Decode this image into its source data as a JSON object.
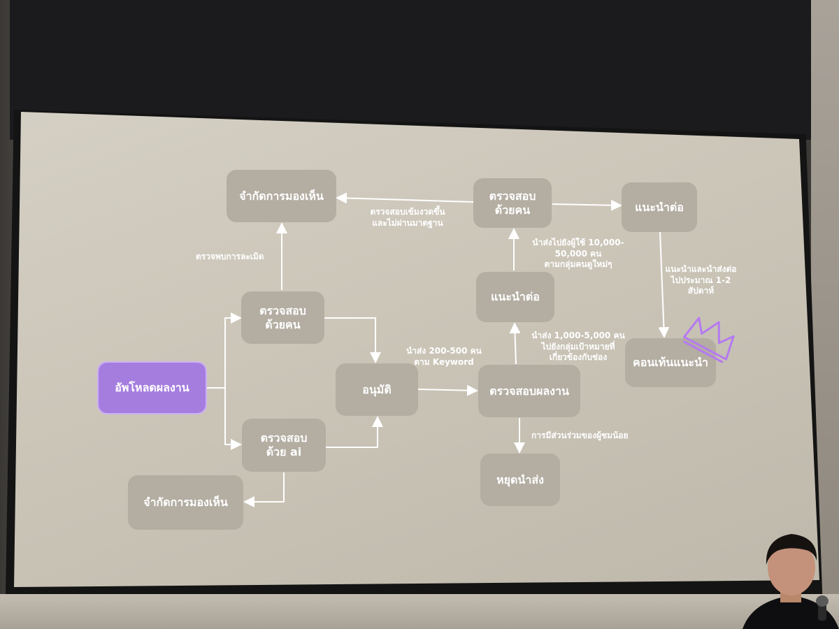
{
  "colors": {
    "node_fill": "#b3ada2",
    "start_fill": "#a57ddf",
    "edge": "#ffffff",
    "crown": "#b57af0"
  },
  "nodes": {
    "upload": "อัพโหลดผลงาน",
    "check_human_left": "ตรวจสอบ\nด้วยคน",
    "check_ai": "ตรวจสอบ\nด้วย ai",
    "restrict_top": "จำกัดการมองเห็น",
    "restrict_bottom": "จำกัดการมองเห็น",
    "approve": "อนุมัติ",
    "check_performance": "ตรวจสอบผลงาน",
    "stop_promotion": "หยุดนำส่ง",
    "recommend_mid": "แนะนำต่อ",
    "check_human_right": "ตรวจสอบ\nด้วยคน",
    "recommend_top": "แนะนำต่อ",
    "recommended_content": "คอนเท้นแนะนำ"
  },
  "edge_labels": {
    "violation_found": "ตรวจพบการละเมิด",
    "stricter_fail": "ตรวจสอบเข้มงวดขึ้น\nและไม่ผ่านมาตฐาน",
    "send_200_500": "นำส่ง 200-500 คน\nตาม Keyword",
    "send_1000_5000": "นำส่ง 1,000-5,000 คน\nไปยังกลุ่มเป้าหมายที่\nเกี่ยวข้องกับช่อง",
    "send_10000_50000": "นำส่งไปยังผู้ใช้ 10,000-\n50,000 คน\nตามกลุ่มคนดูใหม่ๆ",
    "low_engagement": "การมีส่วนร่วมของผู้ชมน้อย",
    "recommend_1_2_weeks": "แนะนำและนำส่งต่อ\nไปประมาณ 1-2\nสัปดาห์"
  },
  "icons": {
    "crown": "crown-icon"
  }
}
